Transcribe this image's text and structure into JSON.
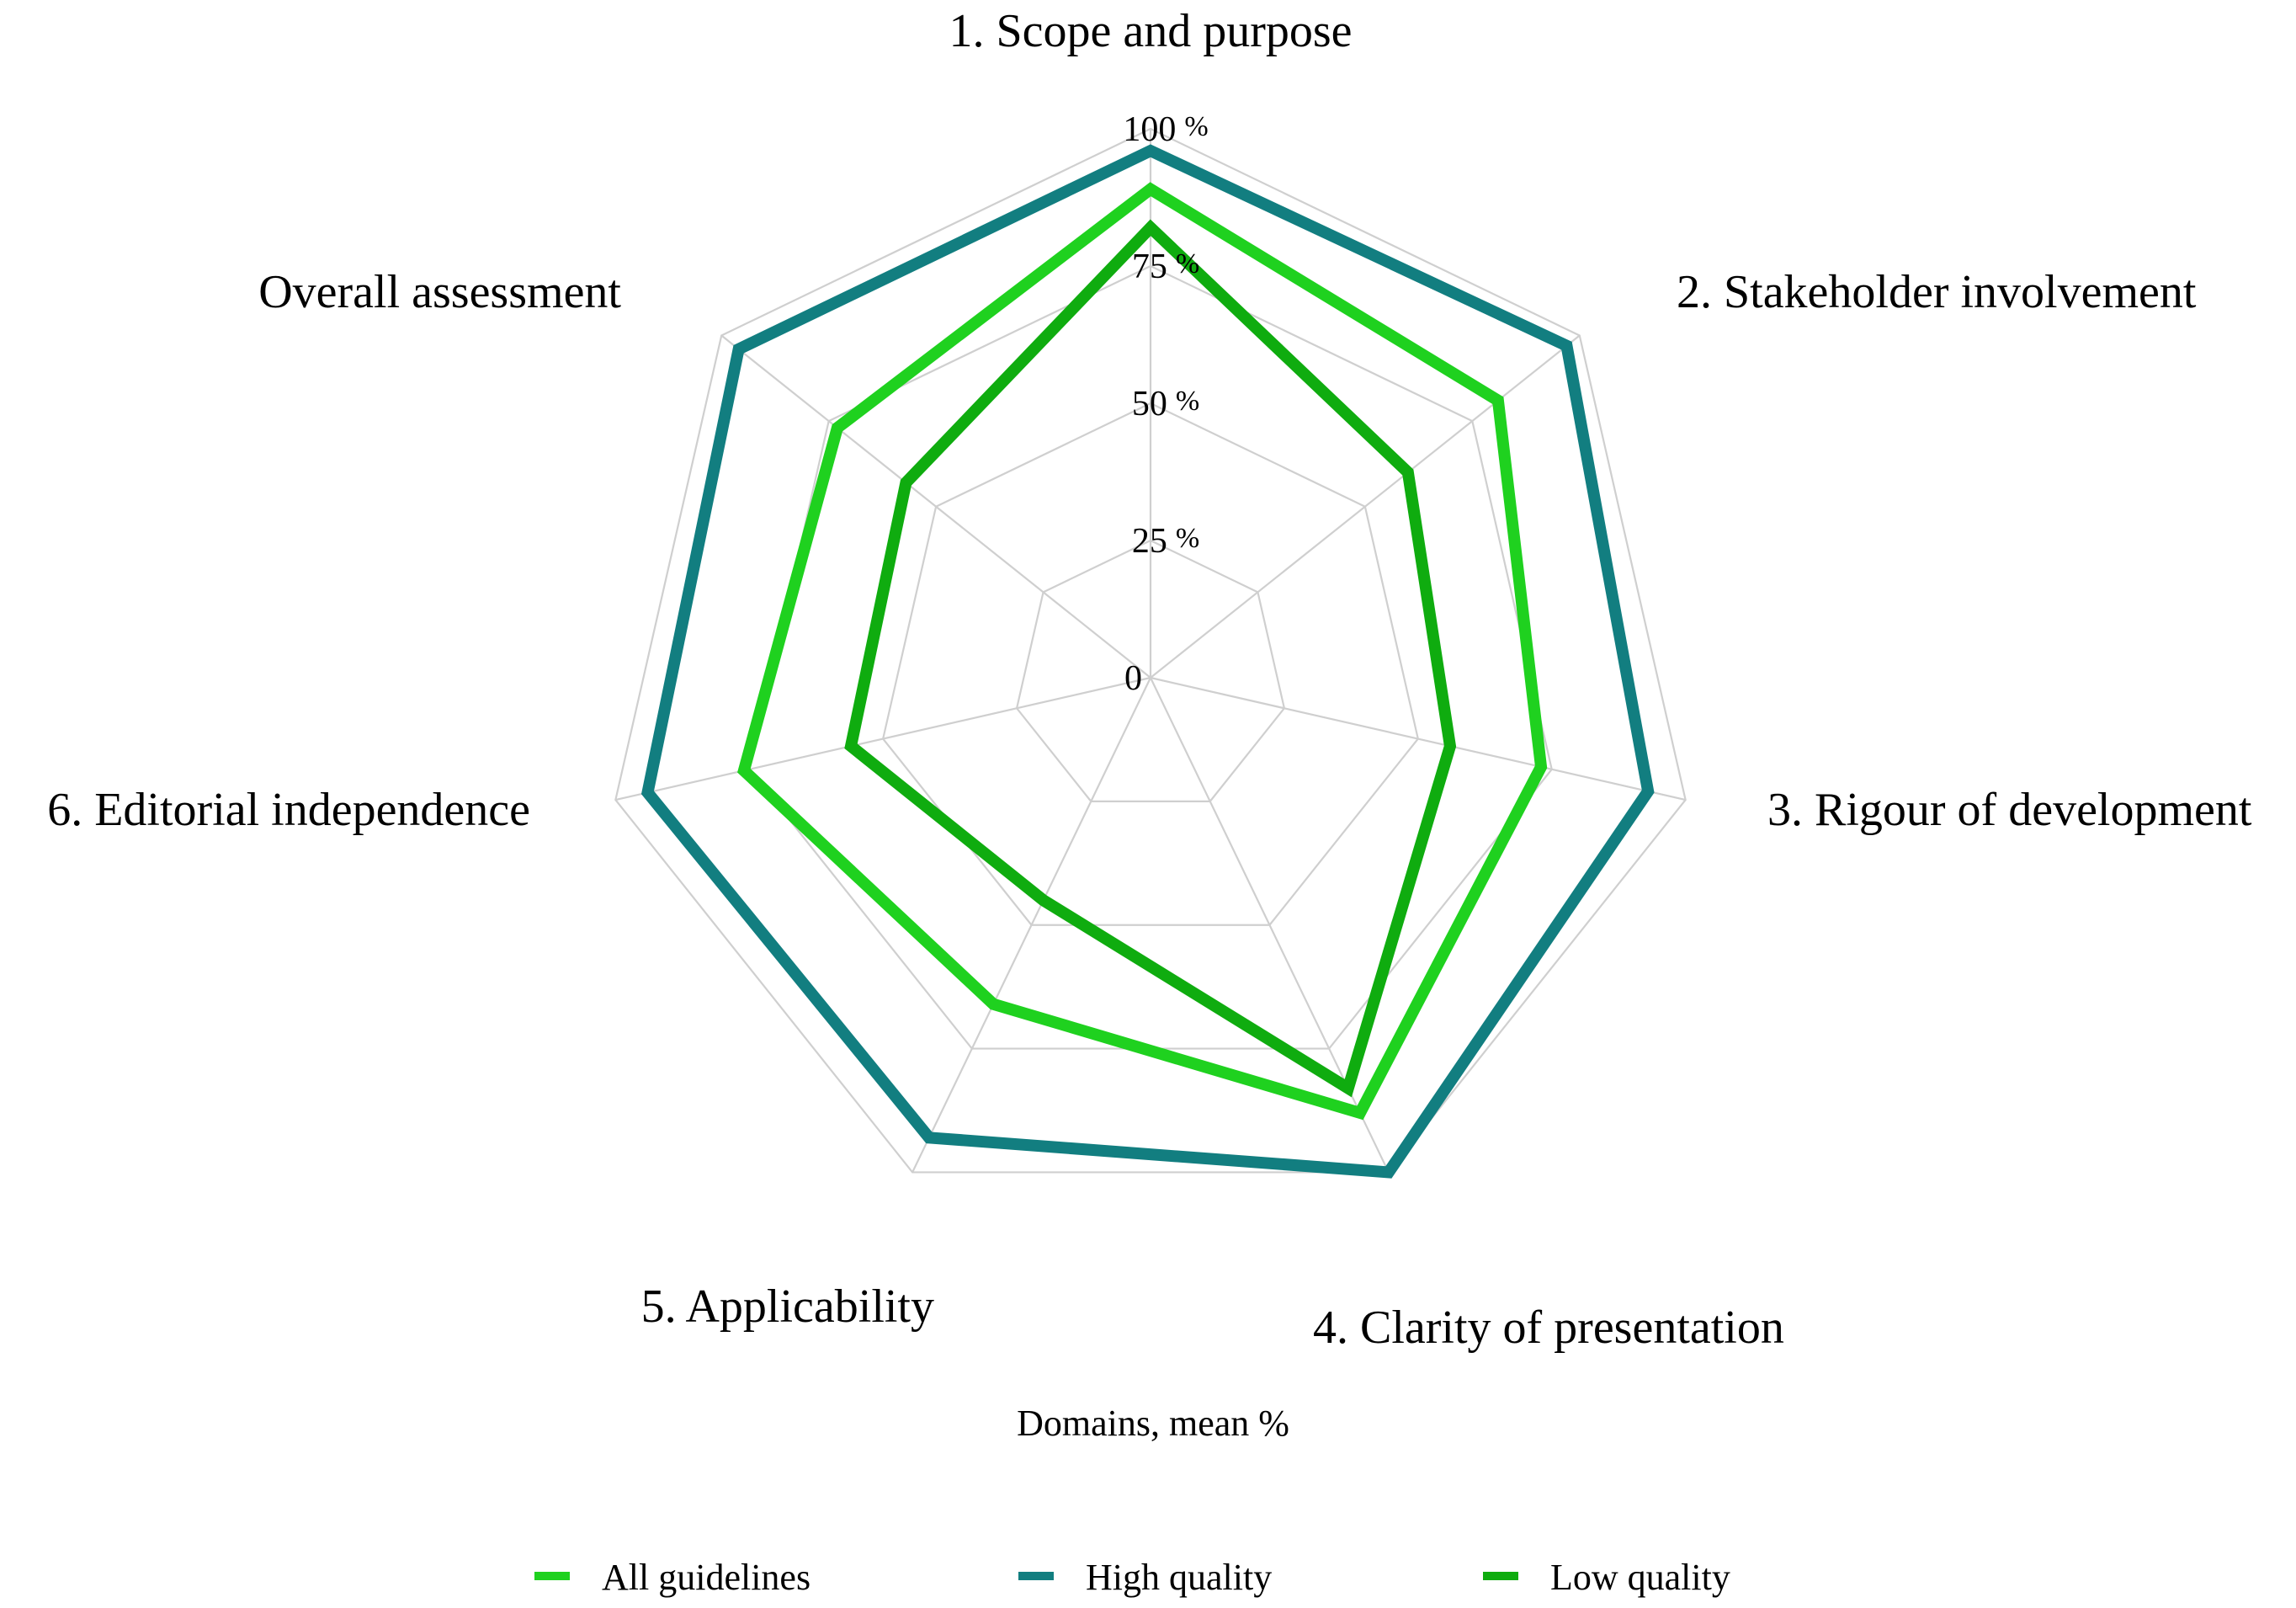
{
  "chart_data": {
    "type": "radar",
    "categories": [
      "1. Scope and purpose",
      "2. Stakeholder involvement",
      "3. Rigour of development",
      "4. Clarity of presentation",
      "5. Applicability",
      "6. Editorial independence",
      "Overall assessment"
    ],
    "ticks": [
      {
        "value": 0,
        "label": "0"
      },
      {
        "value": 25,
        "label": "25 %"
      },
      {
        "value": 50,
        "label": "50 %"
      },
      {
        "value": 75,
        "label": "75 %"
      },
      {
        "value": 100,
        "label": "100 %"
      }
    ],
    "rmin": 0,
    "rmax": 100,
    "xlabel": "Domains, mean %",
    "legend_position": "bottom",
    "series": [
      {
        "name": "All guidelines",
        "color": "#1fd11f",
        "values": [
          89,
          81,
          73,
          88,
          66,
          76,
          73
        ]
      },
      {
        "name": "High quality",
        "color": "#127e80",
        "values": [
          96,
          97,
          93,
          100,
          93,
          94,
          96
        ]
      },
      {
        "name": "Low quality",
        "color": "#0fac0f",
        "values": [
          82,
          60,
          56,
          83,
          45,
          56,
          57
        ]
      }
    ]
  }
}
